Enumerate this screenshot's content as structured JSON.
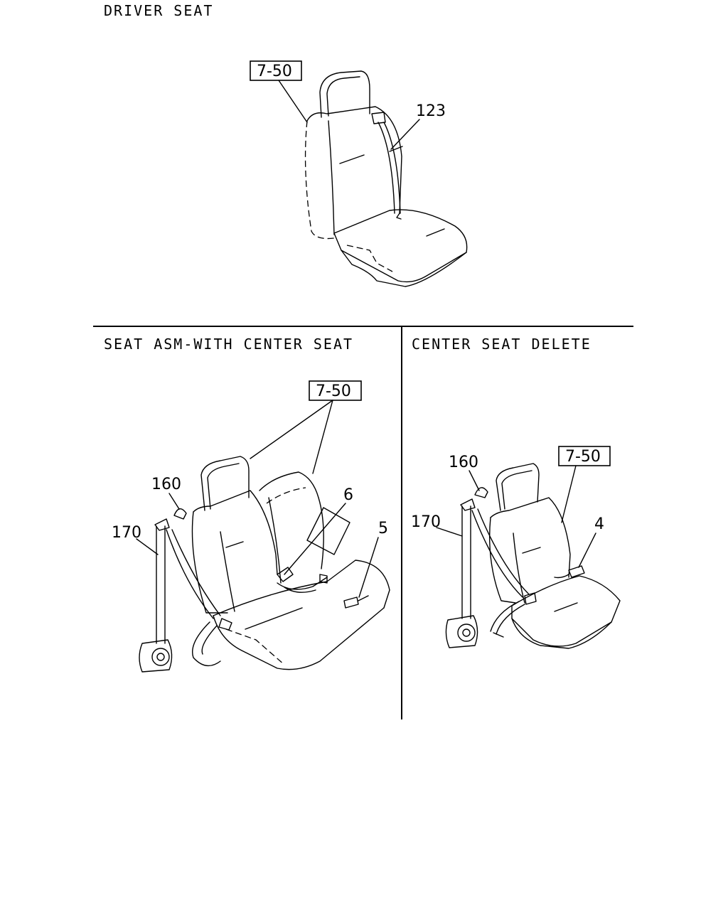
{
  "sections": {
    "driver": {
      "title": "DRIVER SEAT"
    },
    "center": {
      "title": "SEAT ASM-WITH CENTER SEAT"
    },
    "delete": {
      "title": "CENTER SEAT DELETE"
    }
  },
  "callouts": {
    "driver_ref": "7-50",
    "driver_belt": "123",
    "center_ref": "7-50",
    "center_guide": "160",
    "center_retractor": "170",
    "center_buckle_6": "6",
    "center_buckle_5": "5",
    "delete_ref": "7-50",
    "delete_guide": "160",
    "delete_retractor": "170",
    "delete_buckle": "4"
  }
}
